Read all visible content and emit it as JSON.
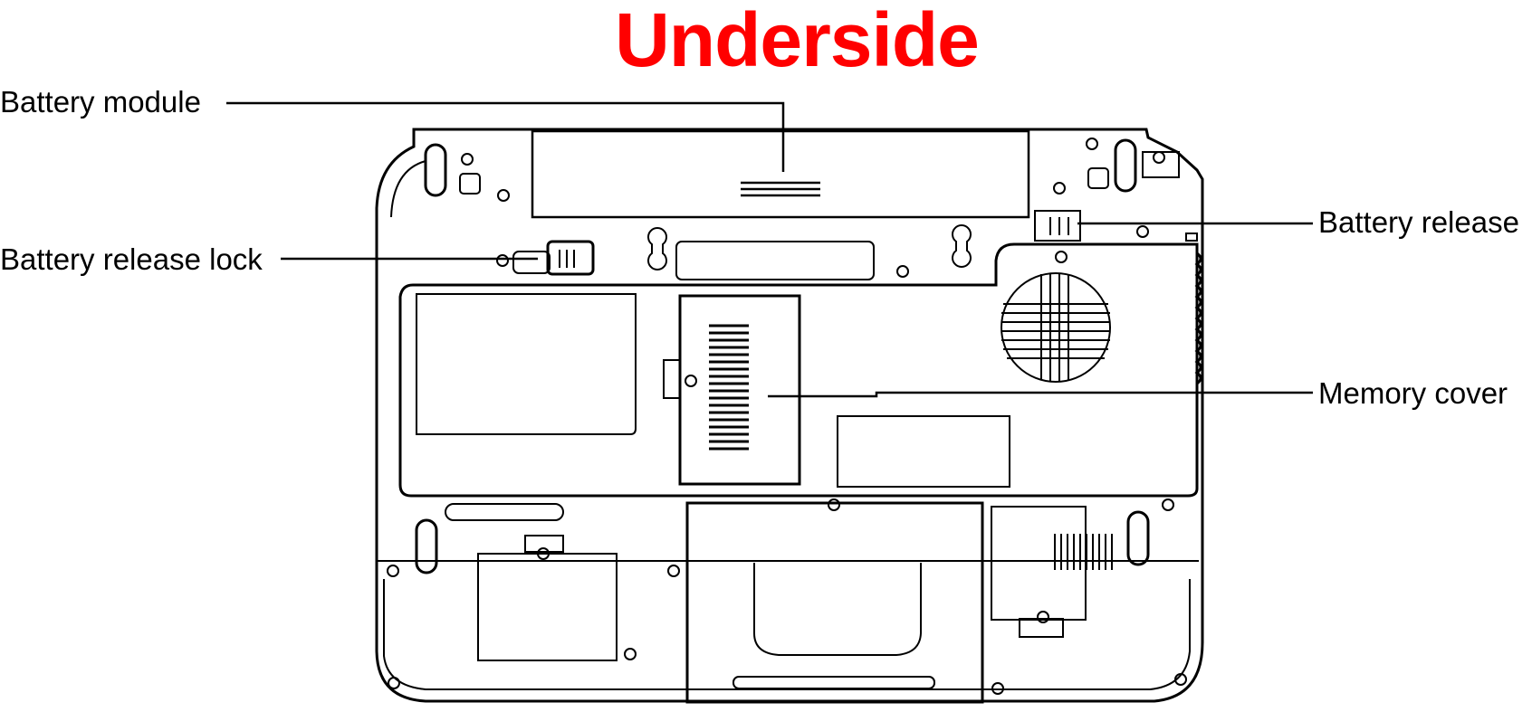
{
  "title": "Underside",
  "labels": {
    "battery_module": "Battery module",
    "battery_release_lock": "Battery release lock",
    "battery_release": "Battery release",
    "memory_cover": "Memory cover"
  },
  "colors": {
    "title": "#ff0000",
    "line": "#000000",
    "background": "#ffffff"
  }
}
